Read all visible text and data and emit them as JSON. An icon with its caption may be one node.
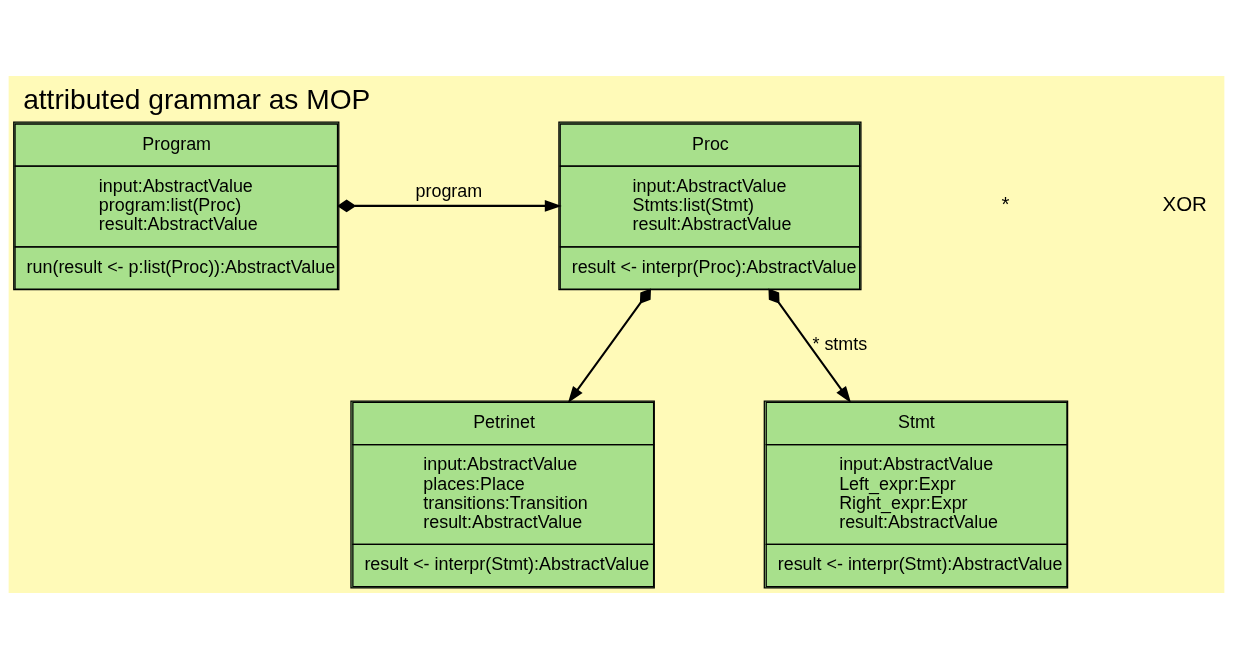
{
  "diagram": {
    "title": "attributed grammar as MOP",
    "nodes": [
      {
        "text": [
          "Program",
          "input:AbstractValue program:list(Proc) result:AbstractValue",
          "run(result <- p:list(Proc)):AbstractValue"
        ]
      },
      {
        "text": [
          "Proc",
          "input:AbstractValue Stmts:list(Stmt) result:AbstractValue",
          "result <- interpr(Proc):AbstractValue"
        ]
      },
      {
        "text": [
          "Petrinet",
          "input:AbstractValue places:Place transitions:Transition result:AbstractValue",
          "result <- interpr(Stmt):AbstractValue"
        ]
      },
      {
        "text": [
          "Stmt",
          "input:AbstractValue Left_expr:Expr Right_expr:Expr result:AbstractValue",
          "result <- interpr(Stmt):AbstractValue"
        ]
      }
    ],
    "edges": [
      {
        "from": 0,
        "to": 1,
        "arrow": "to",
        "label": "program"
      },
      {
        "from": 1,
        "to": 2,
        "arrow": "to"
      },
      {
        "from": 1,
        "to": 3,
        "arrow": "to",
        "label": "* stmts"
      }
    ],
    "labels": [
      "*",
      "XOR"
    ]
  }
}
